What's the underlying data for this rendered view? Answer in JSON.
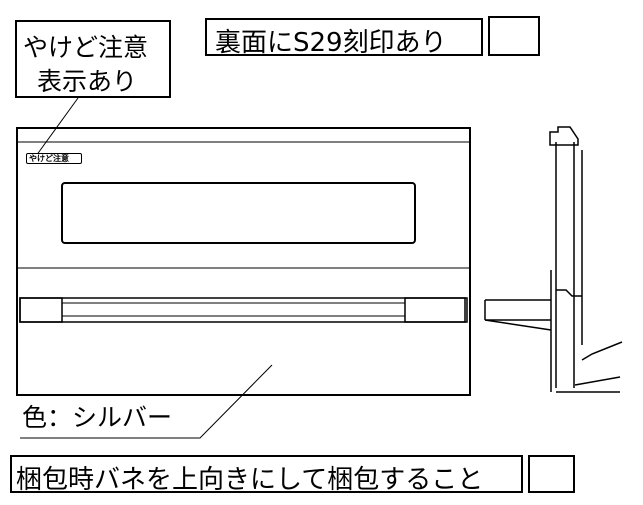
{
  "callouts": {
    "burn_warning_line1": "やけど注意",
    "burn_warning_line2": "表示あり",
    "stamp_note": "裏面にS29刻印あり",
    "color_note": "色：シルバー",
    "packing_note": "梱包時バネを上向きにして梱包すること"
  },
  "panel": {
    "warning_tag": "やけど注意"
  }
}
